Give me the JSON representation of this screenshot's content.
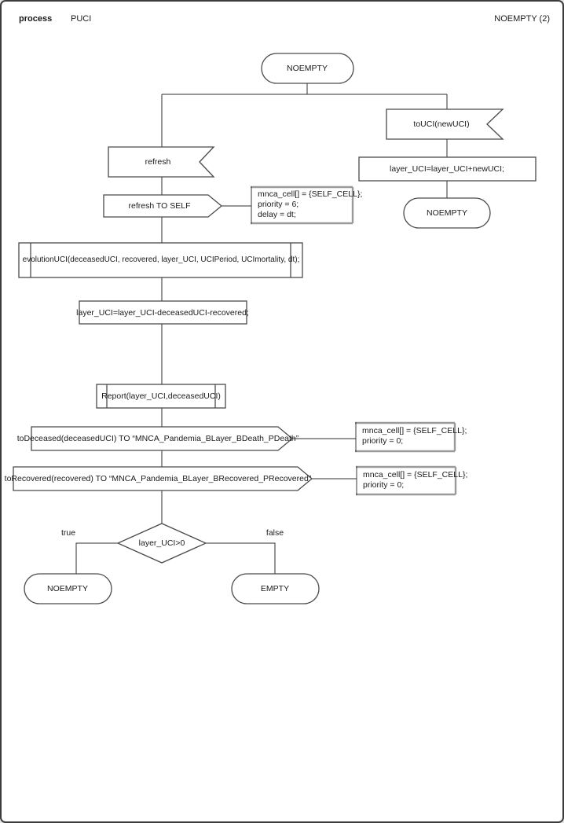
{
  "header": {
    "doc_type": "process",
    "process_name": "PUCI",
    "page_label": "NOEMPTY (2)"
  },
  "colors": {
    "line": "#2f2f2f",
    "shape_border": "#4a4a4a",
    "comment_border": "#9a9a9a",
    "background": "#ffffff"
  },
  "nodes": {
    "start_state": "NOEMPTY",
    "input_refresh": "refresh",
    "output_refresh_self": "refresh TO SELF",
    "proc_evolution": "evolutionUCI(deceasedUCI, recovered, layer_UCI, UCIPeriod, UCImortality, dt);",
    "task_update": "layer_UCI=layer_UCI-deceasedUCI-recovered;",
    "proc_report": "Report(layer_UCI,deceasedUCI)",
    "output_deceased": "toDeceased(deceasedUCI) TO “MNCA_Pandemia_BLayer_BDeath_PDeath”",
    "output_recovered": "toRecovered(recovered) TO “MNCA_Pandemia_BLayer_BRecovered_PRecovered”",
    "decision": "layer_UCI>0",
    "branch_true": "true",
    "branch_false": "false",
    "state_true": "NOEMPTY",
    "state_false": "EMPTY",
    "input_touci": "toUCI(newUCI)",
    "task_add": "layer_UCI=layer_UCI+newUCI;",
    "state_right": "NOEMPTY"
  },
  "comments": {
    "refresh_self": {
      "lines": [
        "mnca_cell[] = {SELF_CELL};",
        "priority = 6;",
        "delay = dt;"
      ]
    },
    "deceased": {
      "lines": [
        "mnca_cell[] = {SELF_CELL};",
        "priority = 0;"
      ]
    },
    "recovered": {
      "lines": [
        "mnca_cell[] = {SELF_CELL};",
        "priority = 0;"
      ]
    }
  }
}
